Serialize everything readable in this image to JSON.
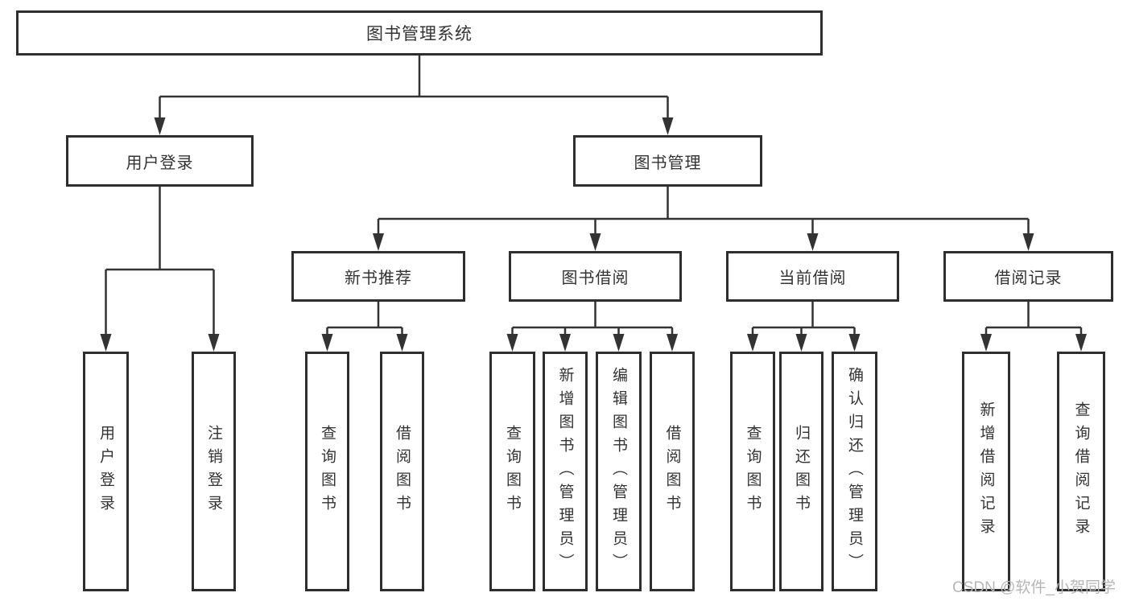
{
  "diagram": {
    "root": {
      "label": "图书管理系统"
    },
    "level2": [
      {
        "label": "用户登录"
      },
      {
        "label": "图书管理"
      }
    ],
    "level3": [
      {
        "label": "新书推荐"
      },
      {
        "label": "图书借阅"
      },
      {
        "label": "当前借阅"
      },
      {
        "label": "借阅记录"
      }
    ],
    "leaves": {
      "user_login": [
        {
          "label": "用户登录"
        },
        {
          "label": "注销登录"
        }
      ],
      "new_books": [
        {
          "label": "查询图书"
        },
        {
          "label": "借阅图书"
        }
      ],
      "book_borrow": [
        {
          "label": "查询图书"
        },
        {
          "label": "新增图书（管理员）"
        },
        {
          "label": "编辑图书（管理员）"
        },
        {
          "label": "借阅图书"
        }
      ],
      "current_borrow": [
        {
          "label": "查询图书"
        },
        {
          "label": "归还图书"
        },
        {
          "label": "确认归还（管理员）"
        }
      ],
      "borrow_records": [
        {
          "label": "新增借阅记录"
        },
        {
          "label": "查询借阅记录"
        }
      ]
    }
  },
  "watermark": {
    "text": "CSDN @软件_小贺同学",
    "color": "#b6b6b6"
  },
  "colors": {
    "line": "#333333",
    "box_border": "#2e2e2e",
    "box_fill": "#ffffff",
    "text": "#333333",
    "background": "#ffffff"
  }
}
